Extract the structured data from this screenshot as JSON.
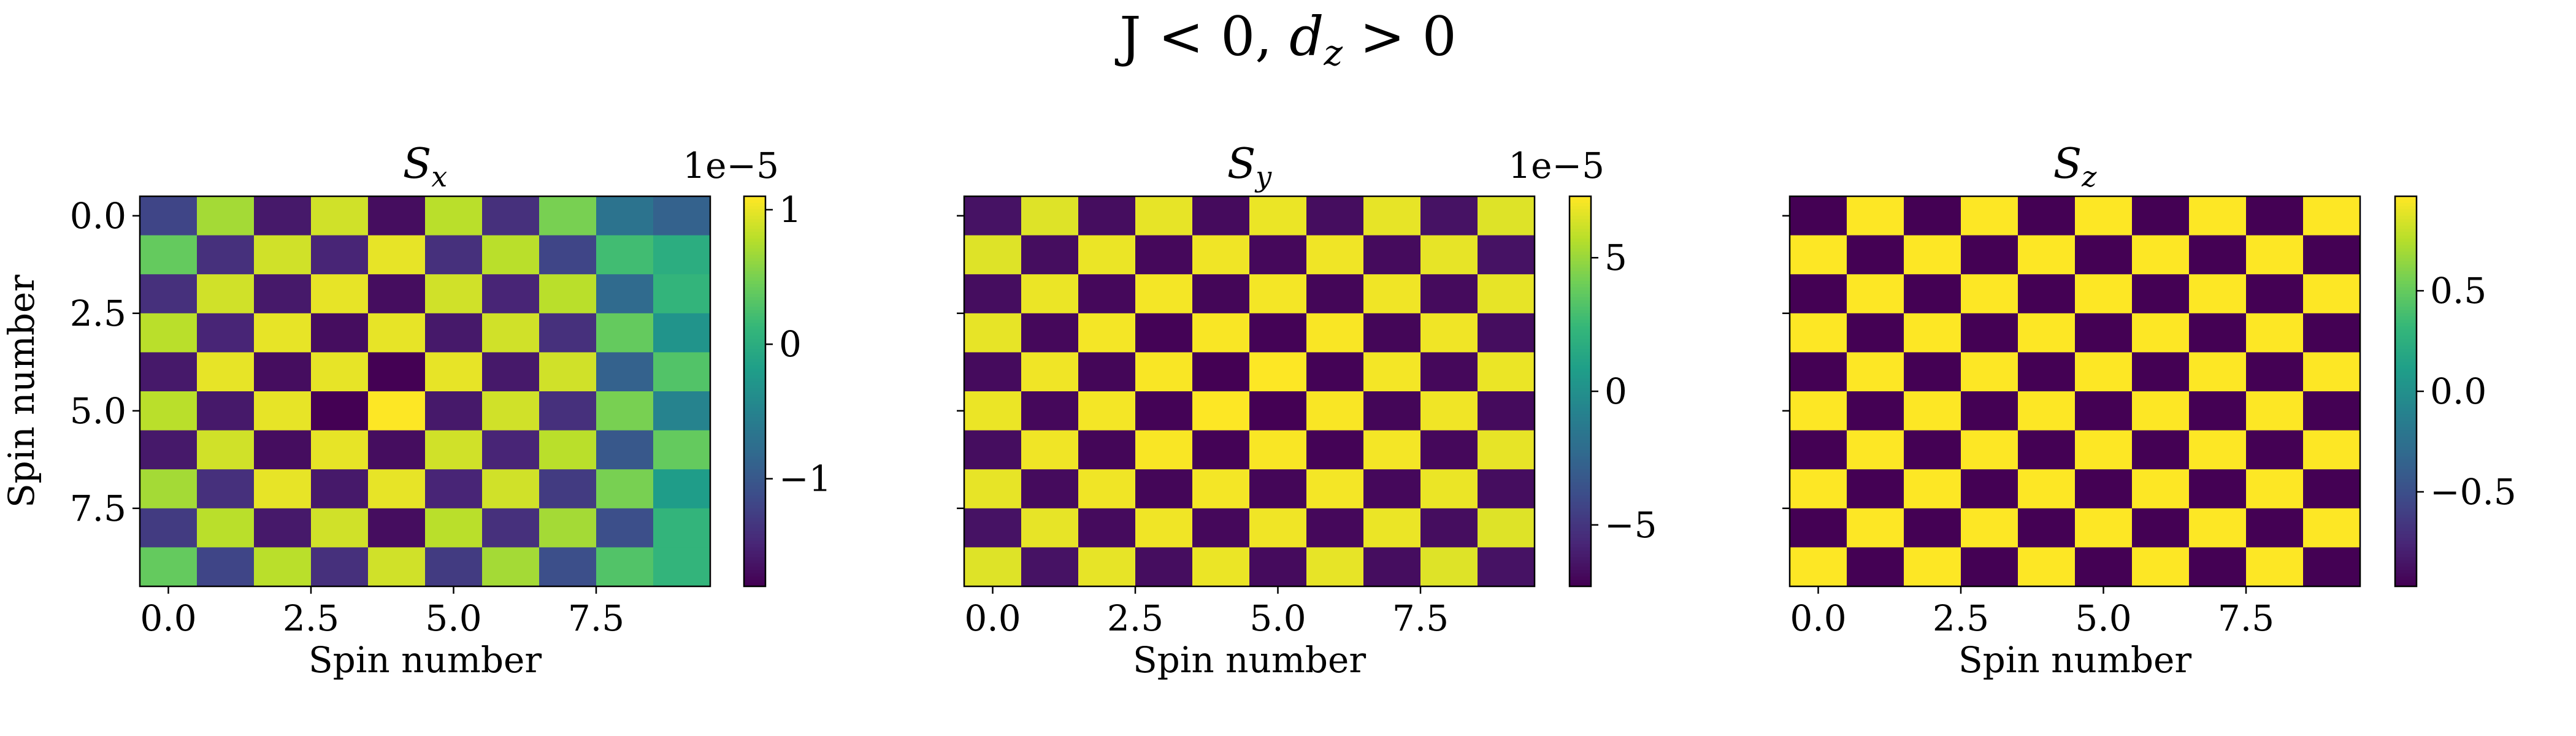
{
  "figure": {
    "suptitle_prefix": "J < 0, ",
    "suptitle_var": "d",
    "suptitle_sub": "z",
    "suptitle_suffix": " > 0"
  },
  "chart_data": [
    {
      "type": "heatmap",
      "title_main": "S",
      "title_sub": "x",
      "xlabel": "Spin number",
      "ylabel": "Spin number",
      "xticks": [
        "0.0",
        "2.5",
        "5.0",
        "7.5"
      ],
      "yticks": [
        "0.0",
        "2.5",
        "5.0",
        "7.5"
      ],
      "colorbar_offset": "1e−5",
      "colorbar_ticks": [
        "1",
        "0",
        "−1"
      ],
      "colorbar_tick_values": [
        1,
        0,
        -1
      ],
      "vmin": -1.8,
      "vmax": 1.1,
      "colormap": "viridis",
      "values": [
        [
          -1.2,
          0.7,
          -1.6,
          0.9,
          -1.7,
          0.8,
          -1.4,
          0.5,
          -0.7,
          -0.9
        ],
        [
          0.4,
          -1.4,
          0.9,
          -1.5,
          1.0,
          -1.4,
          0.8,
          -1.2,
          0.2,
          0.0
        ],
        [
          -1.4,
          0.9,
          -1.6,
          1.0,
          -1.7,
          0.9,
          -1.5,
          0.8,
          -0.8,
          0.1
        ],
        [
          0.8,
          -1.5,
          1.0,
          -1.7,
          1.0,
          -1.6,
          0.9,
          -1.4,
          0.4,
          -0.3
        ],
        [
          -1.6,
          1.0,
          -1.7,
          1.0,
          -1.8,
          1.0,
          -1.6,
          0.9,
          -0.9,
          0.3
        ],
        [
          0.8,
          -1.6,
          1.0,
          -1.8,
          1.1,
          -1.6,
          0.9,
          -1.4,
          0.5,
          -0.5
        ],
        [
          -1.6,
          0.9,
          -1.7,
          1.0,
          -1.7,
          0.9,
          -1.5,
          0.8,
          -1.0,
          0.4
        ],
        [
          0.7,
          -1.4,
          1.0,
          -1.6,
          1.0,
          -1.5,
          0.9,
          -1.3,
          0.5,
          -0.2
        ],
        [
          -1.3,
          0.8,
          -1.6,
          0.9,
          -1.7,
          0.8,
          -1.4,
          0.7,
          -1.1,
          0.1
        ],
        [
          0.4,
          -1.2,
          0.8,
          -1.4,
          0.9,
          -1.3,
          0.7,
          -1.1,
          0.3,
          0.1
        ]
      ]
    },
    {
      "type": "heatmap",
      "title_main": "S",
      "title_sub": "y",
      "xlabel": "Spin number",
      "xticks": [
        "0.0",
        "2.5",
        "5.0",
        "7.5"
      ],
      "yticks": [],
      "colorbar_offset": "1e−5",
      "colorbar_ticks": [
        "5",
        "0",
        "−5"
      ],
      "colorbar_tick_values": [
        5,
        0,
        -5
      ],
      "vmin": -7.3,
      "vmax": 7.3,
      "colormap": "viridis",
      "values": [
        [
          -6.6,
          6.6,
          -6.8,
          6.8,
          -6.9,
          6.9,
          -6.8,
          6.8,
          -6.6,
          6.6
        ],
        [
          6.6,
          -6.8,
          6.9,
          -7.0,
          7.0,
          -7.0,
          7.0,
          -6.9,
          6.8,
          -6.6
        ],
        [
          -6.8,
          6.9,
          -7.0,
          7.1,
          -7.1,
          7.1,
          -7.1,
          7.0,
          -6.9,
          6.8
        ],
        [
          6.8,
          -7.0,
          7.1,
          -7.2,
          7.2,
          -7.2,
          7.2,
          -7.1,
          7.0,
          -6.8
        ],
        [
          -6.9,
          7.0,
          -7.1,
          7.2,
          -7.3,
          7.3,
          -7.2,
          7.1,
          -7.0,
          6.9
        ],
        [
          6.9,
          -7.0,
          7.1,
          -7.2,
          7.3,
          -7.3,
          7.2,
          -7.1,
          7.0,
          -6.9
        ],
        [
          -6.8,
          7.0,
          -7.1,
          7.2,
          -7.2,
          7.2,
          -7.2,
          7.1,
          -7.0,
          6.8
        ],
        [
          6.8,
          -6.9,
          7.0,
          -7.1,
          7.1,
          -7.1,
          7.1,
          -7.0,
          6.9,
          -6.8
        ],
        [
          -6.6,
          6.8,
          -6.9,
          7.0,
          -7.0,
          7.0,
          -7.0,
          6.9,
          -6.8,
          6.6
        ],
        [
          6.6,
          -6.6,
          6.8,
          -6.8,
          6.9,
          -6.9,
          6.8,
          -6.8,
          6.6,
          -6.6
        ]
      ]
    },
    {
      "type": "heatmap",
      "title_main": "S",
      "title_sub": "z",
      "xlabel": "Spin number",
      "xticks": [
        "0.0",
        "2.5",
        "5.0",
        "7.5"
      ],
      "yticks": [],
      "colorbar_offset": "",
      "colorbar_ticks": [
        "0.5",
        "0.0",
        "−0.5"
      ],
      "colorbar_tick_values": [
        0.5,
        0.0,
        -0.5
      ],
      "vmin": -0.97,
      "vmax": 0.97,
      "colormap": "viridis",
      "values": [
        [
          -0.97,
          0.97,
          -0.97,
          0.97,
          -0.97,
          0.97,
          -0.97,
          0.97,
          -0.97,
          0.97
        ],
        [
          0.97,
          -0.97,
          0.97,
          -0.97,
          0.97,
          -0.97,
          0.97,
          -0.97,
          0.97,
          -0.97
        ],
        [
          -0.97,
          0.97,
          -0.97,
          0.97,
          -0.97,
          0.97,
          -0.97,
          0.97,
          -0.97,
          0.97
        ],
        [
          0.97,
          -0.97,
          0.97,
          -0.97,
          0.97,
          -0.97,
          0.97,
          -0.97,
          0.97,
          -0.97
        ],
        [
          -0.97,
          0.97,
          -0.97,
          0.97,
          -0.97,
          0.97,
          -0.97,
          0.97,
          -0.97,
          0.97
        ],
        [
          0.97,
          -0.97,
          0.97,
          -0.97,
          0.97,
          -0.97,
          0.97,
          -0.97,
          0.97,
          -0.97
        ],
        [
          -0.97,
          0.97,
          -0.97,
          0.97,
          -0.97,
          0.97,
          -0.97,
          0.97,
          -0.97,
          0.97
        ],
        [
          0.97,
          -0.97,
          0.97,
          -0.97,
          0.97,
          -0.97,
          0.97,
          -0.97,
          0.97,
          -0.97
        ],
        [
          -0.97,
          0.97,
          -0.97,
          0.97,
          -0.97,
          0.97,
          -0.97,
          0.97,
          -0.97,
          0.97
        ],
        [
          0.97,
          -0.97,
          0.97,
          -0.97,
          0.97,
          -0.97,
          0.97,
          -0.97,
          0.97,
          -0.97
        ]
      ]
    }
  ]
}
